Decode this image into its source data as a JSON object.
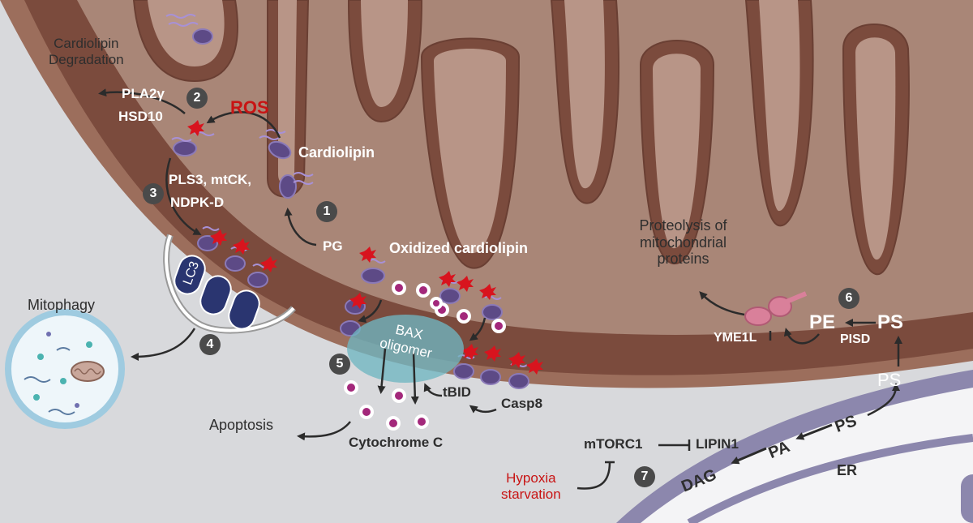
{
  "labels": {
    "cardiolipin_degradation": [
      "Cardiolipin",
      "Degradation"
    ],
    "pla2g": "PLA2γ",
    "hsd10": "HSD10",
    "ros": "ROS",
    "cardiolipin": "Cardiolipin",
    "pls3_line1": "PLS3, mtCK,",
    "pls3_line2": "NDPK-D",
    "pg": "PG",
    "oxidized_cardiolipin": "Oxidized cardiolipin",
    "lc3": "LC3",
    "mitophagy": "Mitophagy",
    "bax_line1": "BAX",
    "bax_line2": "oligomer",
    "tbid": "tBID",
    "casp8": "Casp8",
    "apoptosis": "Apoptosis",
    "cytochrome_c": "Cytochrome C",
    "proteolysis": [
      "Proteolysis of",
      "mitochondrial",
      "proteins"
    ],
    "yme1l": "YME1L",
    "pe": "PE",
    "ps": "PS",
    "pisd": "PISD",
    "ps_lower": "PS",
    "mtorc1": "mTORC1",
    "lipin1": "LIPIN1",
    "hypoxia": [
      "Hypoxia",
      "starvation"
    ],
    "dag": "DAG",
    "pa": "PA",
    "ps_er": "PS",
    "er": "ER"
  },
  "steps": [
    "1",
    "2",
    "3",
    "4",
    "5",
    "6",
    "7"
  ],
  "colors": {
    "background": "#d8d9dc",
    "outer_membrane": "#9c6e5c",
    "intermembrane": "#7b4b3d",
    "matrix": "#a98677",
    "cristae": "#b89587",
    "cardiolipin": "#5d4a86",
    "ros_red": "#c81414",
    "cytochrome": "#a3287b",
    "bax": "#6fb6c2",
    "yme1l": "#d9809a",
    "er_membrane": "#8c87ad"
  }
}
